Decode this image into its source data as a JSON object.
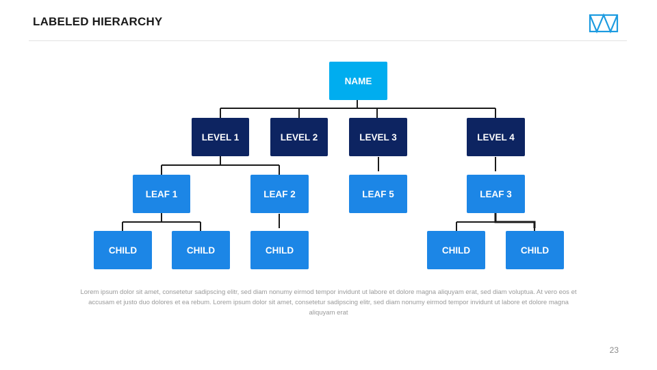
{
  "header": {
    "title": "LABELED HIERARCHY",
    "logo_icon": "crown-outline-icon",
    "logo_color": "#1c9be0"
  },
  "colors": {
    "root": "#00adef",
    "level": "#0d2461",
    "leaf": "#1c86e6",
    "connector": "#1a1a1a"
  },
  "hierarchy": {
    "root": {
      "label": "NAME"
    },
    "levels": [
      {
        "label": "LEVEL 1"
      },
      {
        "label": "LEVEL 2"
      },
      {
        "label": "LEVEL 3"
      },
      {
        "label": "LEVEL 4"
      }
    ],
    "leaves": [
      {
        "label": "LEAF 1",
        "parent": "LEVEL 1"
      },
      {
        "label": "LEAF 2",
        "parent": "LEVEL 1"
      },
      {
        "label": "LEAF 5",
        "parent": "LEVEL 3"
      },
      {
        "label": "LEAF 3",
        "parent": "LEVEL 4"
      }
    ],
    "children": [
      {
        "label": "CHILD",
        "parent": "LEAF 1"
      },
      {
        "label": "CHILD",
        "parent": "LEAF 1"
      },
      {
        "label": "CHILD",
        "parent": "LEAF 2"
      },
      {
        "label": "CHILD",
        "parent": "LEAF 3"
      },
      {
        "label": "CHILD",
        "parent": "LEAF 3"
      }
    ]
  },
  "caption": "Lorem ipsum dolor sit amet, consetetur sadipscing elitr, sed diam nonumy eirmod tempor invidunt ut labore et dolore magna aliquyam erat, sed diam voluptua. At vero eos et accusam et justo duo dolores et ea rebum. Lorem ipsum dolor sit amet, consetetur sadipscing elitr, sed diam nonumy eirmod tempor invidunt ut labore et dolore magna aliquyam erat",
  "footer": {
    "page_number": "23"
  }
}
